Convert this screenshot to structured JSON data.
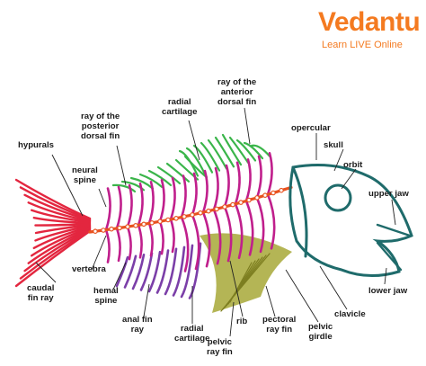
{
  "brand": {
    "name": "Vedantu",
    "tagline": "Learn LIVE Online",
    "color": "#f47a20"
  },
  "colors": {
    "tail": "#e3263f",
    "dorsal_posterior": "#3ab54a",
    "dorsal_anterior": "#3ab54a",
    "spine_ribs": "#c01f8c",
    "anal_fin": "#7b3fa8",
    "pelvic_fin": "#a7a837",
    "skull": "#1f6b6b",
    "vertebrae": "#e8521f",
    "leader": "#222222"
  },
  "labels": {
    "hypurals": "hypurals",
    "ray_posterior": "ray of the\nposterior\ndorsal fin",
    "radial_top": "radial\ncartilage",
    "ray_anterior": "ray of the\nanterior\ndorsal fin",
    "opercular": "opercular",
    "skull": "skull",
    "orbit": "orbit",
    "upper_jaw": "upper jaw",
    "neural_spine": "neural\nspine",
    "caudal": "caudal\nfin ray",
    "vertebra": "vertebra",
    "hemal": "hemal\nspine",
    "anal": "anal fin\nray",
    "radial_bottom": "radial\ncartilage",
    "rib": "rib",
    "pelvic_ray": "pelvic\nray fin",
    "pectoral": "pectoral\nray fin",
    "pelvic_girdle": "pelvic\ngirdle",
    "clavicle": "clavicle",
    "lower_jaw": "lower jaw"
  }
}
